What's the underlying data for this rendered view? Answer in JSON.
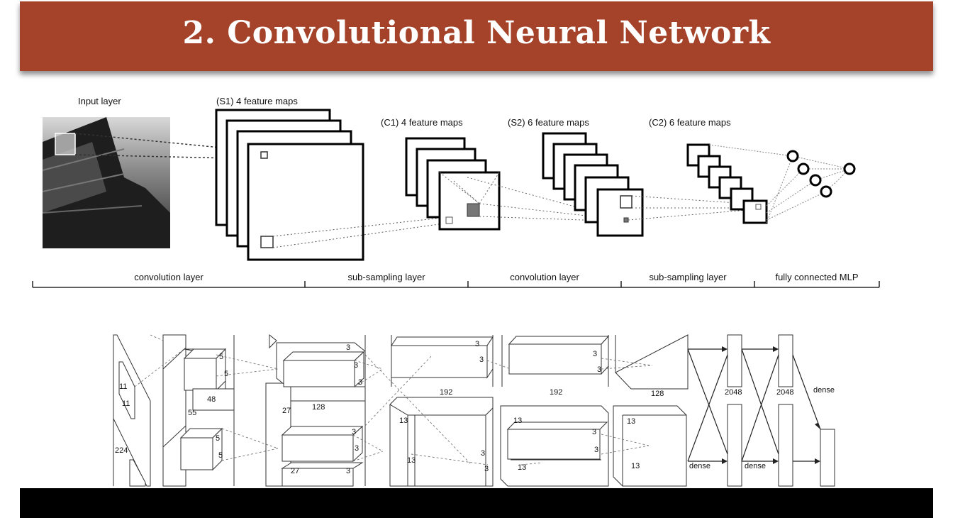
{
  "title": "2. Convolutional Neural Network",
  "lenet": {
    "input_label": "Input layer",
    "s1_label": "(S1) 4 feature maps",
    "c1_label": "(C1) 4 feature maps",
    "s2_label": "(S2) 6 feature maps",
    "c2_label": "(C2) 6 feature maps",
    "sections": [
      "convolution layer",
      "sub-sampling layer",
      "convolution layer",
      "sub-sampling layer",
      "fully connected MLP"
    ]
  },
  "alexnet": {
    "labels": {
      "k11a": "11",
      "k11b": "11",
      "in224": "224",
      "d55": "55",
      "k5a": "5",
      "k5b": "5",
      "d48": "48",
      "k5c": "5",
      "k5d": "5",
      "d27a": "27",
      "d27b": "27",
      "d128": "128",
      "k3a": "3",
      "k3b": "3",
      "k3c": "3",
      "k3d": "3",
      "k3e": "3",
      "k3f": "3",
      "k3g": "3",
      "k3h": "3",
      "k3i": "3",
      "k3j": "3",
      "k3k": "3",
      "k3l": "3",
      "k3m": "3",
      "k3n": "3",
      "d13a": "13",
      "d13b": "13",
      "d13c": "13",
      "d13d": "13",
      "d13e": "13",
      "d13f": "13",
      "d192a": "192",
      "d192b": "192",
      "d128b": "128",
      "d2048a": "2048",
      "d2048b": "2048",
      "densea": "dense",
      "denseb": "dense",
      "densec": "dense"
    }
  }
}
